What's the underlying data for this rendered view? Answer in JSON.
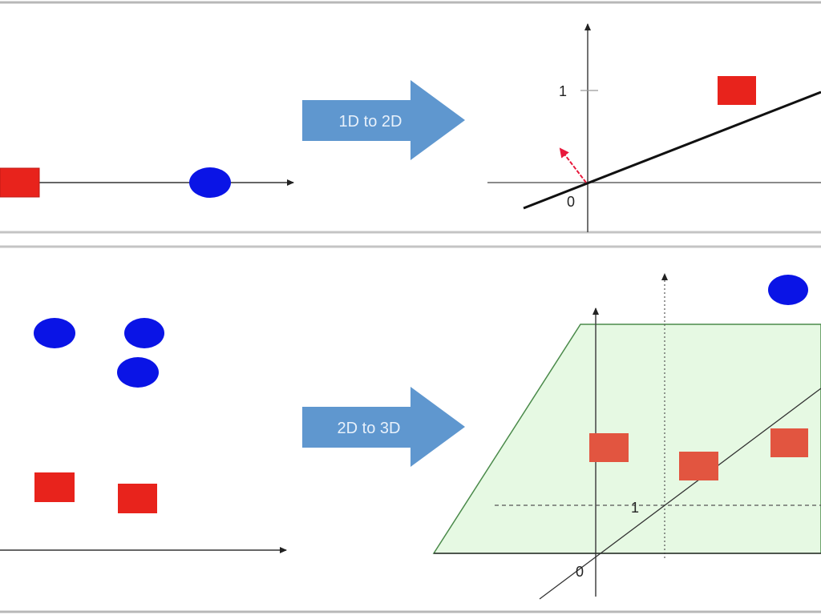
{
  "panels": {
    "top": {
      "arrow_label": "1D to 2D",
      "tick_one": "1",
      "origin": "0"
    },
    "bottom": {
      "arrow_label": "2D to 3D",
      "tick_one": "1",
      "origin": "0"
    }
  },
  "colors": {
    "square": "#e8231c",
    "square_faded": "#e25540",
    "circle": "#0a14e6",
    "arrow": "#5f97cf",
    "plane_fill": "#e6f9e3",
    "plane_stroke": "#4a8a4a",
    "normal_vector": "#e8193c",
    "panel_border": "#b8b8b8"
  },
  "icons": {
    "transform_arrow": "right-block-arrow",
    "class_a_marker": "red-square",
    "class_b_marker": "blue-circle"
  }
}
